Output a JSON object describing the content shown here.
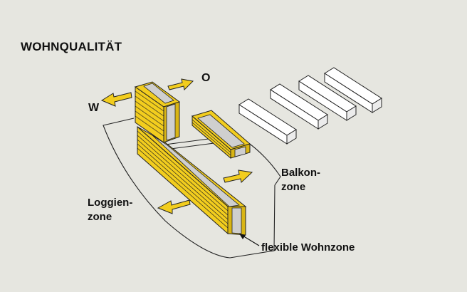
{
  "title": "WOHNQUALITÄT",
  "directions": {
    "east": "O",
    "west": "W"
  },
  "zones": {
    "balcony": "Balkon-\nzone",
    "loggia": "Loggien-\nzone",
    "flexible": "flexible Wohnzone"
  },
  "colors": {
    "background": "#e6e6e0",
    "timber": "#f2cd1e",
    "timber_dark": "#c9a20a",
    "core": "#cfcfcf",
    "outline": "#222222",
    "placeholder_block": "#ffffff",
    "arrow": "#f2cd1e"
  },
  "icons": {
    "east_arrow": "arrow-right-icon",
    "west_arrow": "arrow-left-icon",
    "balcony_arrow": "arrow-right-icon",
    "loggia_arrow": "arrow-left-icon",
    "pointer": "pointer-arrow-icon"
  }
}
